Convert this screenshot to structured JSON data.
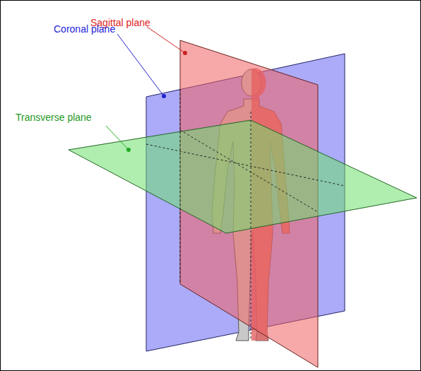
{
  "diagram": {
    "labels": [
      "Sagittal plane",
      "Coronal plane",
      "Transverse plane"
    ]
  }
}
